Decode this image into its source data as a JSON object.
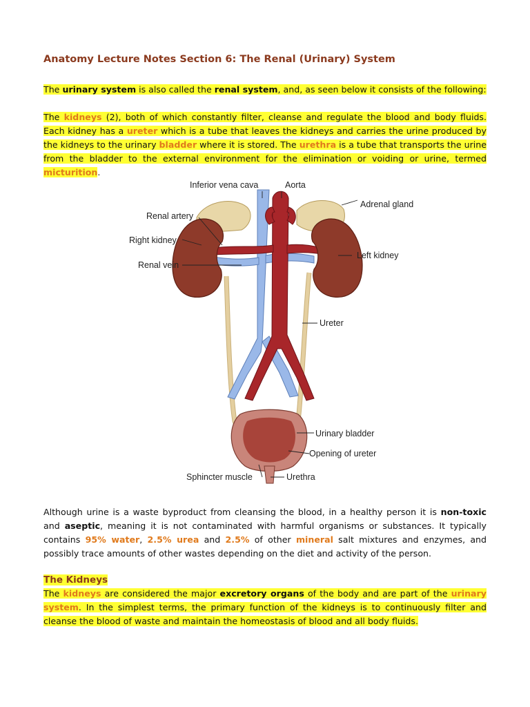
{
  "title": "Anatomy Lecture Notes Section 6: The Renal (Urinary) System",
  "intro": {
    "p1": "The ",
    "b1": "urinary system",
    "p2": " is also called the ",
    "b2": "renal system",
    "p3": ", and, as seen below it consists of the following:"
  },
  "para1": {
    "t1": "The ",
    "kidneys": "kidneys",
    "t2": " (2), both of which constantly filter, cleanse and regulate the blood and body fluids. Each kidney has a ",
    "ureter": "ureter",
    "t3": " which is a tube that leaves the kidneys and carries the urine produced by the kidneys to the urinary ",
    "bladder": "bladder",
    "t4": " where it is stored. The ",
    "urethra": "urethra",
    "t5": " is a tube that transports the urine from the bladder to the external environment for the elimination or voiding or urine, termed ",
    "micturition": "micturition",
    "t6": "."
  },
  "figure": {
    "labels": {
      "ivc": "Inferior vena cava",
      "aorta": "Aorta",
      "adrenal": "Adrenal gland",
      "renal_artery": "Renal artery",
      "right_kidney": "Right kidney",
      "left_kidney": "Left kidney",
      "renal_vein": "Renal vein",
      "ureter": "Ureter",
      "urinary_bladder": "Urinary bladder",
      "opening_ureter": "Opening of ureter",
      "sphincter": "Sphincter muscle",
      "urethra": "Urethra"
    },
    "colors": {
      "kidney": "#8e3a2a",
      "artery": "#a8262a",
      "vein": "#9ab8e8",
      "ureter": "#e4cfa0",
      "adrenal": "#e8d7a8",
      "bladder": "#c9857a"
    }
  },
  "para2": {
    "t1": "Although urine is a waste byproduct from cleansing the blood, in a healthy person it is ",
    "nontoxic": "non-toxic",
    "t2": " and ",
    "aseptic": "aseptic",
    "t3": ", meaning it is not contaminated with harmful organisms or substances. It typically contains ",
    "water": "95% water",
    "t4": ", ",
    "urea": "2.5% urea",
    "t5": " and ",
    "pct": "2.5%",
    "t6": " of other ",
    "mineral": "mineral",
    "t7": " salt mixtures and enzymes, and possibly trace amounts of other wastes depending on the diet and activity of the person."
  },
  "kidneys_section": {
    "heading": "The Kidneys",
    "t1": "The ",
    "kidneys": "kidneys",
    "t2": " are considered the major ",
    "excretory": "excretory organs",
    "t3": " of the body and are part of the ",
    "urinary": "urinary system",
    "t4": ". In the simplest terms, the primary function of the kidneys is to continuously filter and cleanse the blood of waste and maintain the homeostasis of blood and all body fluids."
  }
}
